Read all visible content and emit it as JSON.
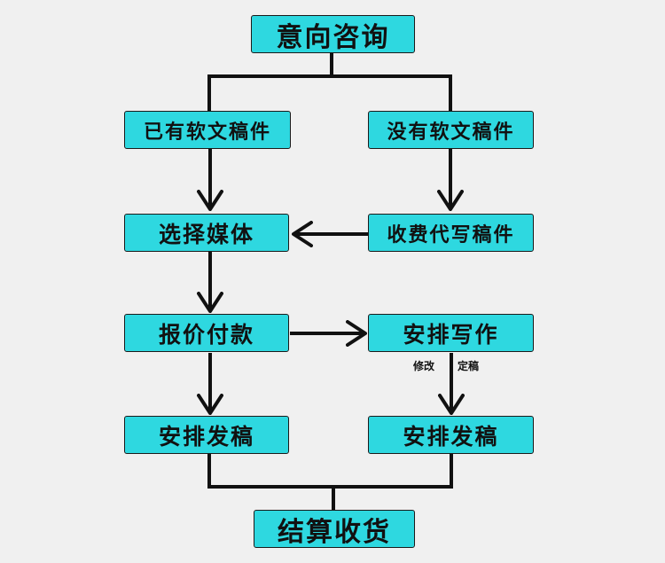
{
  "nodes": {
    "intent": "意向咨询",
    "has_draft": "已有软文稿件",
    "no_draft": "没有软文稿件",
    "choose_media": "选择媒体",
    "paid_writing": "收费代写稿件",
    "quote_pay": "报价付款",
    "arrange_writing": "安排写作",
    "publish_left": "安排发稿",
    "publish_right": "安排发稿",
    "settle": "结算收货"
  },
  "edge_labels": {
    "revise": "修改",
    "finalize": "定稿"
  },
  "colors": {
    "node_fill": "#2ed8e0",
    "line": "#111111",
    "background": "#f0f0f0"
  }
}
